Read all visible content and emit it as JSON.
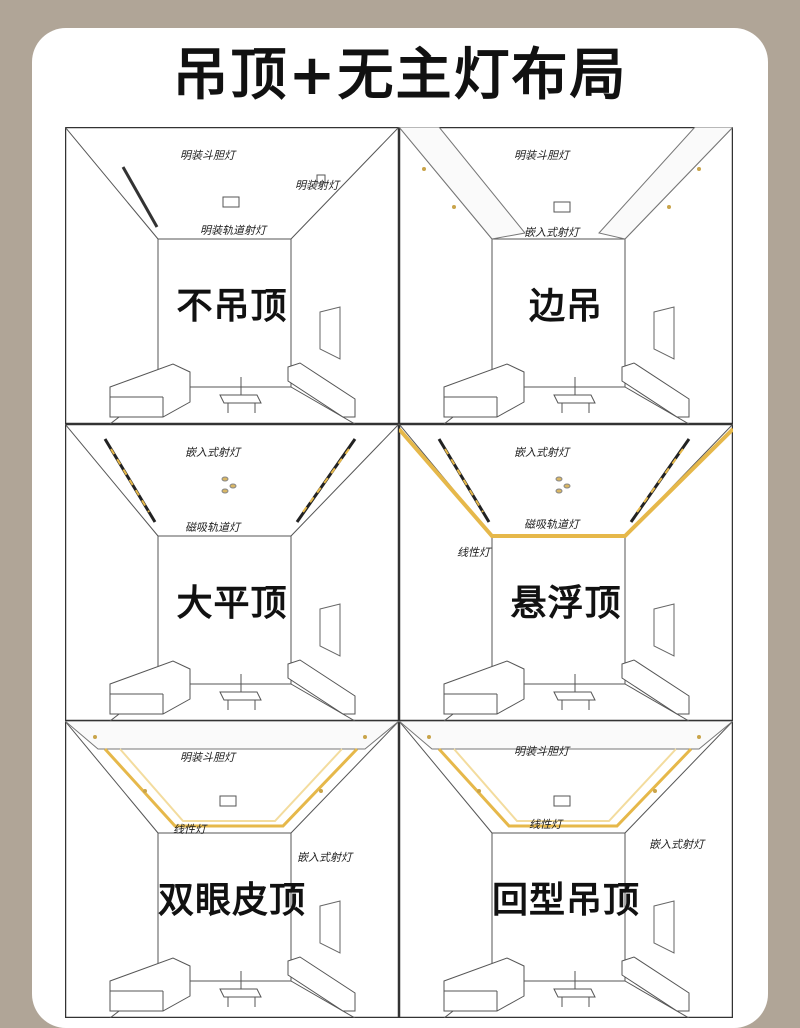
{
  "title": "吊顶+无主灯布局",
  "panels": [
    {
      "name": "不吊顶",
      "labels": [
        "明装斗胆灯",
        "明装射灯",
        "明装轨道射灯"
      ]
    },
    {
      "name": "边吊",
      "labels": [
        "明装斗胆灯",
        "嵌入式射灯"
      ]
    },
    {
      "name": "大平顶",
      "labels": [
        "嵌入式射灯",
        "磁吸轨道灯"
      ]
    },
    {
      "name": "悬浮顶",
      "labels": [
        "嵌入式射灯",
        "磁吸轨道灯",
        "线性灯"
      ]
    },
    {
      "name": "双眼皮顶",
      "labels": [
        "明装斗胆灯",
        "线性灯",
        "嵌入式射灯"
      ]
    },
    {
      "name": "回型吊顶",
      "labels": [
        "明装斗胆灯",
        "线性灯",
        "嵌入式射灯"
      ]
    }
  ],
  "colors": {
    "background": "#b0a597",
    "card": "#ffffff",
    "accent_light": "#e6b84a"
  }
}
